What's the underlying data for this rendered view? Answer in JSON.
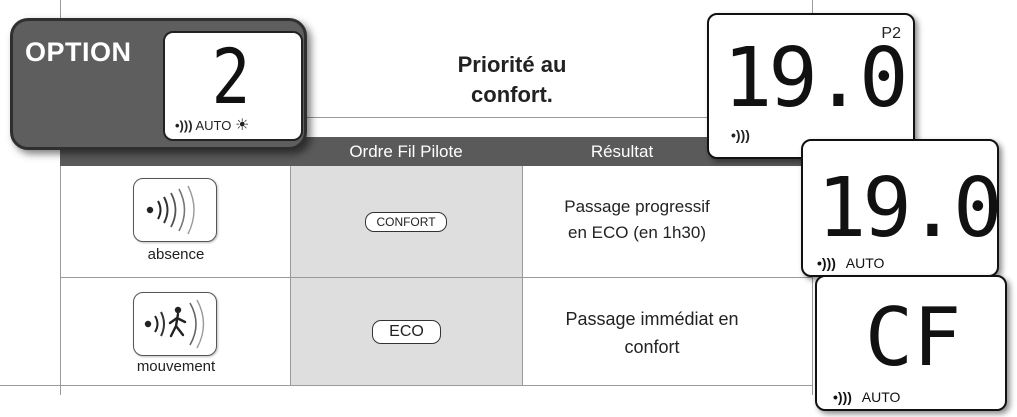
{
  "option": {
    "label": "OPTION",
    "digit": "2",
    "status": "AUTO",
    "signal_icon": "signal-waves-icon",
    "sun_icon": "sun-icon"
  },
  "title": {
    "line1": "Priorité au",
    "line2": "confort."
  },
  "display_p2": {
    "value": "19.0",
    "tag": "P2"
  },
  "table": {
    "headers": [
      "Ordre Fil Pilote",
      "Résultat"
    ],
    "rows": [
      {
        "icon": "presence-absence-icon",
        "label": "absence",
        "order": "CONFORT",
        "result_line1": "Passage progressif",
        "result_line2": "en ECO (en 1h30)"
      },
      {
        "icon": "presence-movement-icon",
        "label": "mouvement",
        "order": "ECO",
        "result_line1": "Passage immédiat en",
        "result_line2": "confort"
      }
    ]
  },
  "display_row1": {
    "value": "19.0",
    "status": "AUTO"
  },
  "display_row2": {
    "value": "CF",
    "status": "AUTO"
  }
}
